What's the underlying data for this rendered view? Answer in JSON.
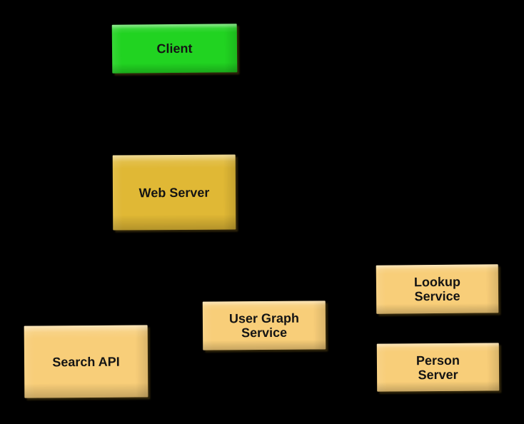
{
  "diagram": {
    "background_color": "#000000",
    "text_color": "#141414",
    "nodes": [
      {
        "id": "client",
        "label_lines": [
          "Client"
        ],
        "fill": "#21d321"
      },
      {
        "id": "web-server",
        "label_lines": [
          "Web Server"
        ],
        "fill": "#e0b835"
      },
      {
        "id": "search-api",
        "label_lines": [
          "Search API"
        ],
        "fill": "#f8ce79"
      },
      {
        "id": "user-graph-service",
        "label_lines": [
          "User Graph",
          "Service"
        ],
        "fill": "#f8ce79"
      },
      {
        "id": "lookup-service",
        "label_lines": [
          "Lookup",
          "Service"
        ],
        "fill": "#f8ce79"
      },
      {
        "id": "person-server",
        "label_lines": [
          "Person",
          "Server"
        ],
        "fill": "#f8ce79"
      }
    ]
  }
}
